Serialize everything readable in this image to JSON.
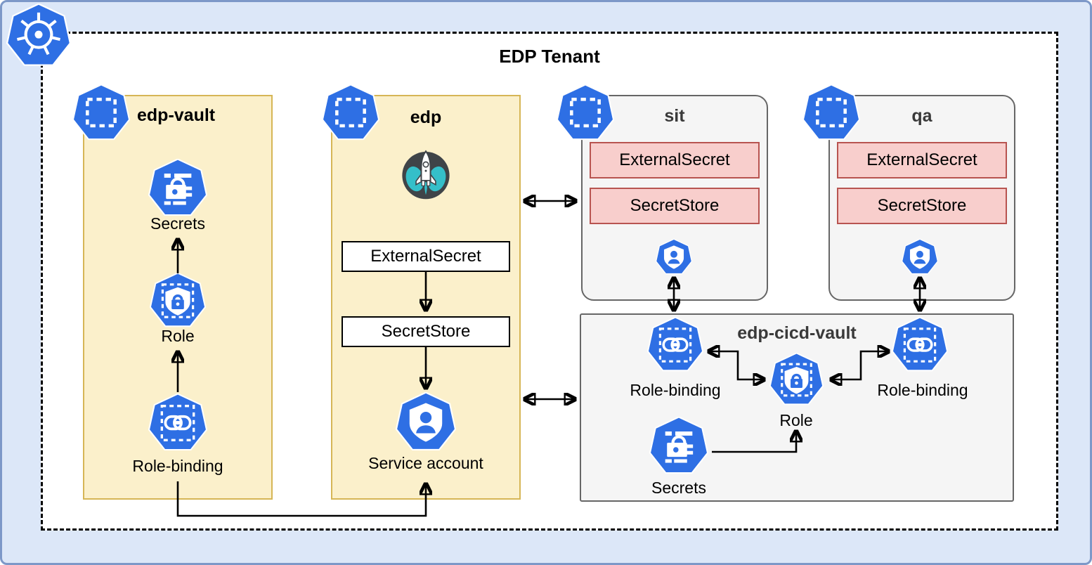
{
  "title": "EDP Tenant",
  "edp_vault": {
    "name": "edp-vault",
    "secrets": "Secrets",
    "role": "Role",
    "role_binding": "Role-binding"
  },
  "edp": {
    "name": "edp",
    "external_secret": "ExternalSecret",
    "secret_store": "SecretStore",
    "service_account": "Service account"
  },
  "sit": {
    "name": "sit",
    "external_secret": "ExternalSecret",
    "secret_store": "SecretStore"
  },
  "qa": {
    "name": "qa",
    "external_secret": "ExternalSecret",
    "secret_store": "SecretStore"
  },
  "edp_cicd_vault": {
    "name": "edp-cicd-vault",
    "role_binding_left": "Role-binding",
    "role": "Role",
    "role_binding_right": "Role-binding",
    "secrets": "Secrets"
  },
  "colors": {
    "kubernetes_blue": "#2E6FE4",
    "namespace_fill": "#FBF0CB",
    "namespace_border": "#D6B656",
    "environment_fill": "#F5F5F5",
    "environment_border": "#666666",
    "crd_fill": "#F8CECC",
    "crd_border": "#B85450",
    "outer_fill": "#DCE7F8",
    "outer_border": "#7D98C8",
    "edp_logo_teal": "#35BFC9"
  }
}
